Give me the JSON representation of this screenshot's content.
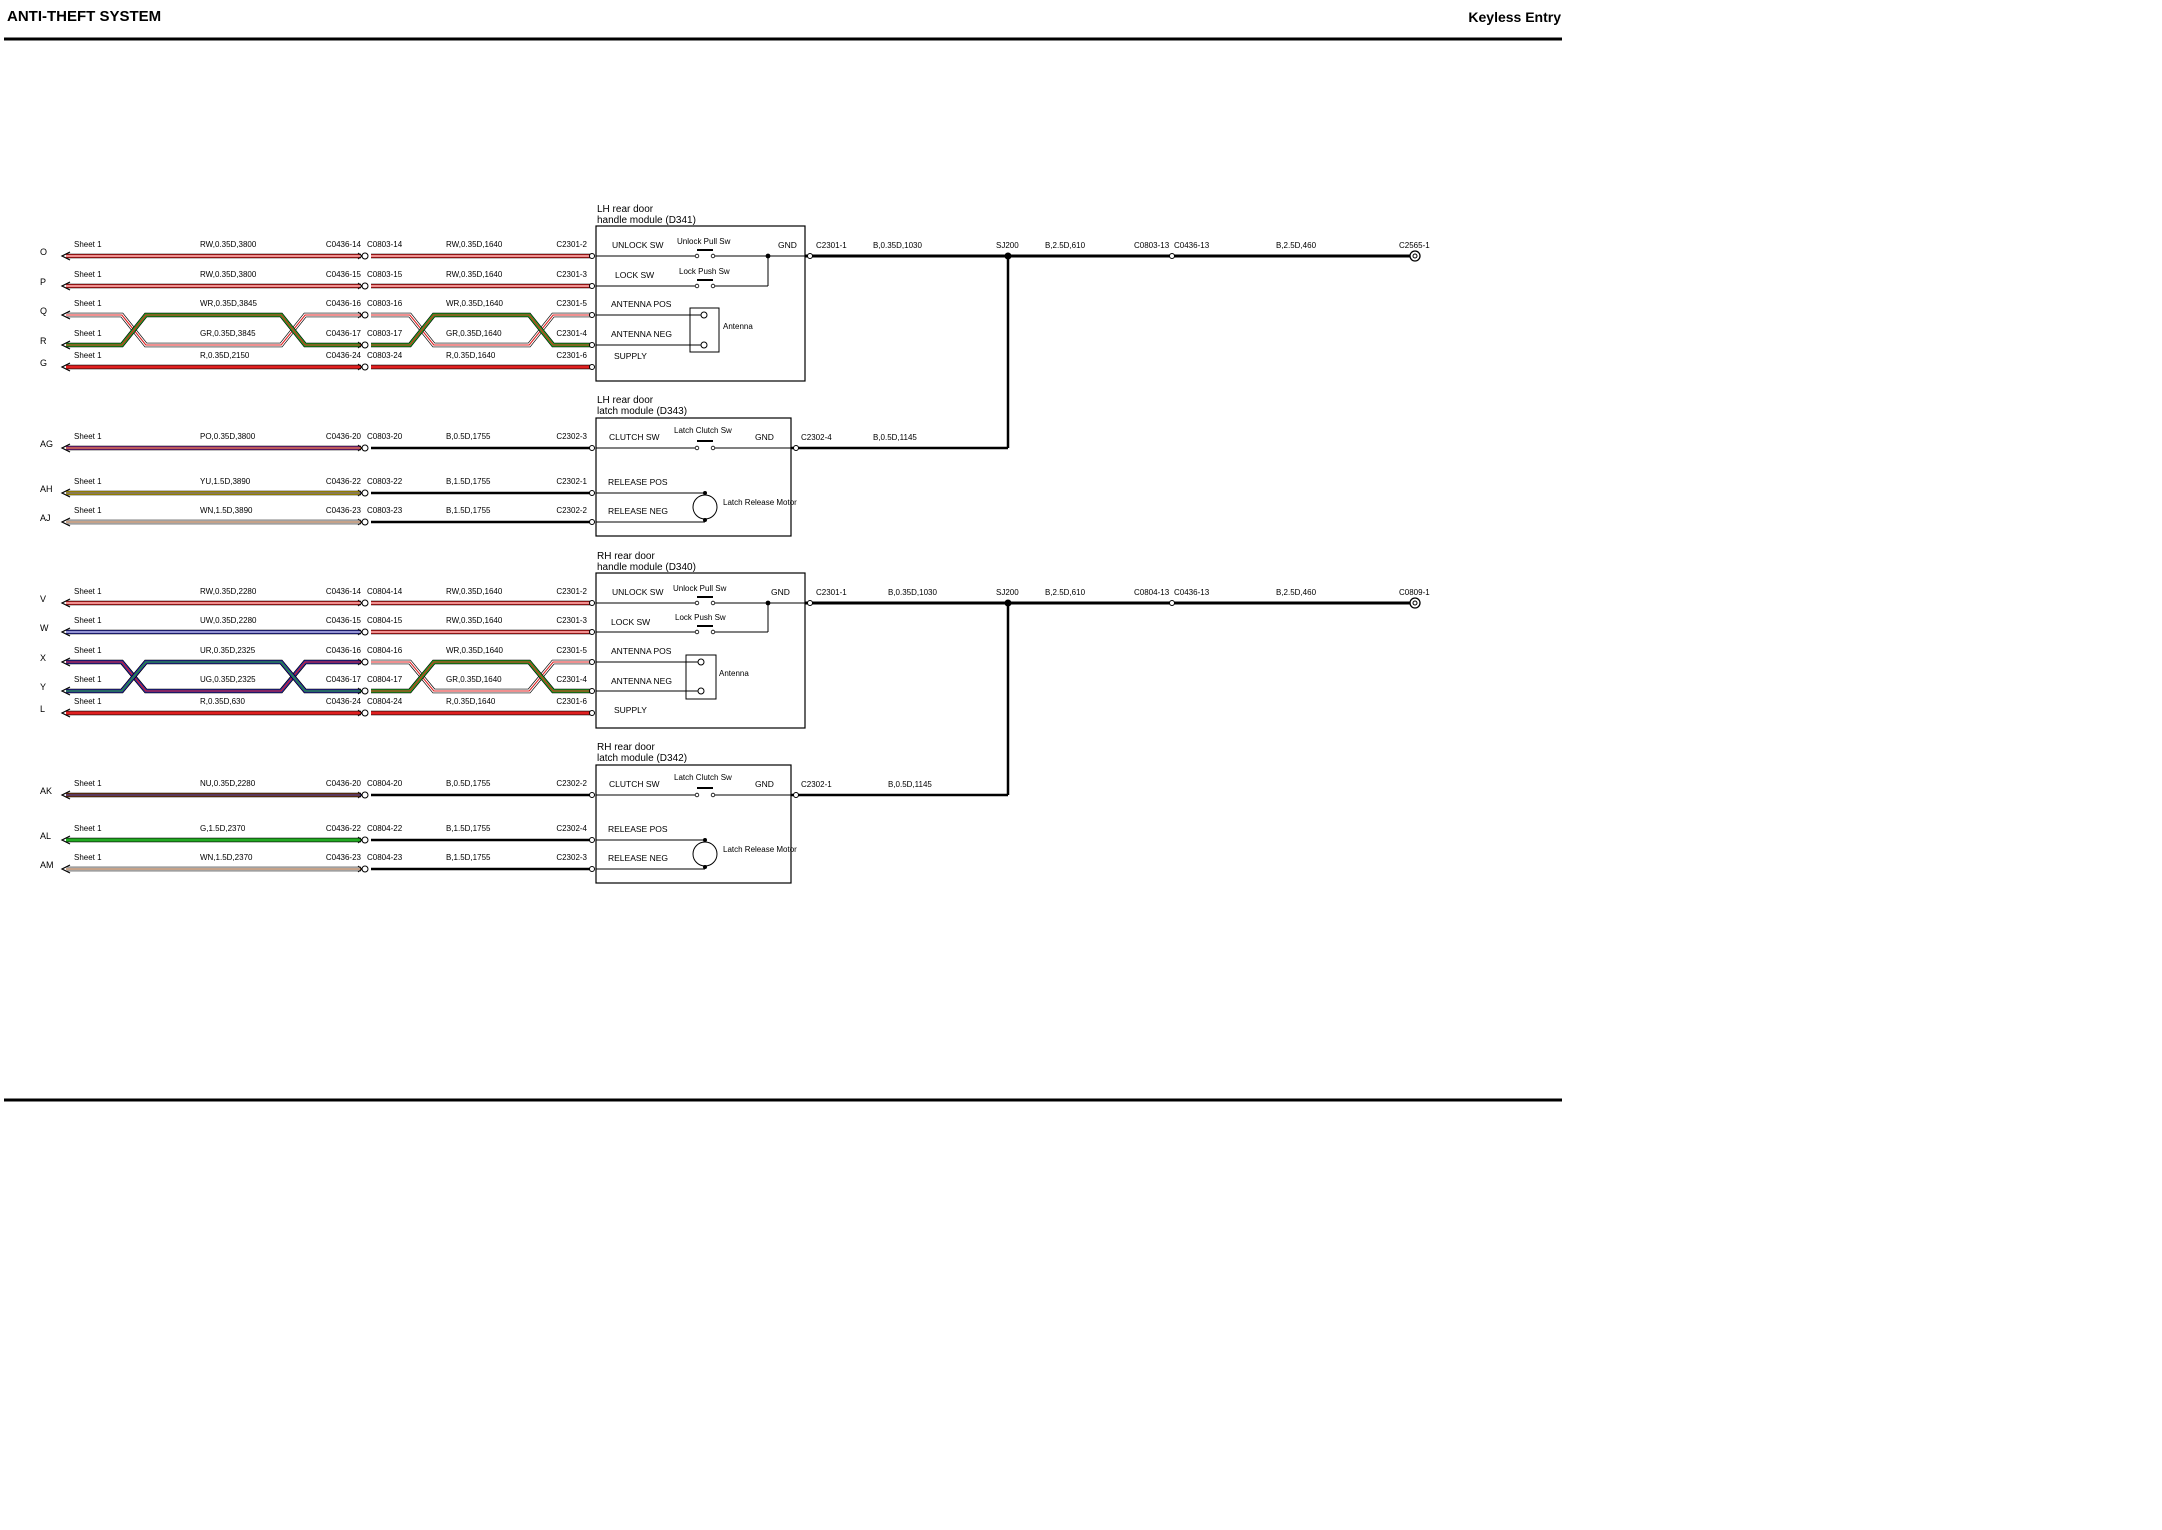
{
  "page": {
    "title": "ANTI-THEFT SYSTEM",
    "subtitle": "Keyless Entry"
  },
  "colors": {
    "R": "#e02020",
    "W": "#ffffff",
    "G": "#22aa22",
    "N": "#8b4513",
    "U": "#2a2aa8",
    "O": "#f08a1a",
    "P": "#8a2a9a",
    "Y": "#e6c800",
    "B": "#000000"
  },
  "modules": [
    {
      "key": "lh_handle",
      "title_line1": "LH rear door",
      "title_line2": "handle module (D341)",
      "pins": [
        {
          "label": "UNLOCK SW",
          "conn": "C2301-2",
          "side": "left"
        },
        {
          "label": "LOCK SW",
          "conn": "C2301-3",
          "side": "left"
        },
        {
          "label": "ANTENNA POS",
          "conn": "C2301-5",
          "side": "left"
        },
        {
          "label": "ANTENNA NEG",
          "conn": "C2301-4",
          "side": "left"
        },
        {
          "label": "SUPPLY",
          "conn": "C2301-6",
          "side": "left"
        },
        {
          "label": "GND",
          "conn": "C2301-1",
          "side": "right"
        }
      ],
      "switches": [
        "Unlock Pull Sw",
        "Lock Push Sw"
      ],
      "component": "Antenna"
    },
    {
      "key": "lh_latch",
      "title_line1": "LH rear door",
      "title_line2": "latch module (D343)",
      "pins": [
        {
          "label": "CLUTCH SW",
          "conn": "C2302-3",
          "side": "left"
        },
        {
          "label": "RELEASE POS",
          "conn": "C2302-1",
          "side": "left"
        },
        {
          "label": "RELEASE NEG",
          "conn": "C2302-2",
          "side": "left"
        },
        {
          "label": "GND",
          "conn": "C2302-4",
          "side": "right"
        }
      ],
      "switches": [
        "Latch Clutch Sw"
      ],
      "component": "Latch Release Motor"
    },
    {
      "key": "rh_handle",
      "title_line1": "RH rear door",
      "title_line2": "handle module (D340)",
      "pins": [
        {
          "label": "UNLOCK SW",
          "conn": "C2301-2",
          "side": "left"
        },
        {
          "label": "LOCK SW",
          "conn": "C2301-3",
          "side": "left"
        },
        {
          "label": "ANTENNA POS",
          "conn": "C2301-5",
          "side": "left"
        },
        {
          "label": "ANTENNA NEG",
          "conn": "C2301-4",
          "side": "left"
        },
        {
          "label": "SUPPLY",
          "conn": "C2301-6",
          "side": "left"
        },
        {
          "label": "GND",
          "conn": "C2301-1",
          "side": "right"
        }
      ],
      "switches": [
        "Unlock Pull Sw",
        "Lock Push Sw"
      ],
      "component": "Antenna"
    },
    {
      "key": "rh_latch",
      "title_line1": "RH rear door",
      "title_line2": "latch module (D342)",
      "pins": [
        {
          "label": "CLUTCH SW",
          "conn": "C2302-2",
          "side": "left"
        },
        {
          "label": "RELEASE POS",
          "conn": "C2302-4",
          "side": "left"
        },
        {
          "label": "RELEASE NEG",
          "conn": "C2302-3",
          "side": "left"
        },
        {
          "label": "GND",
          "conn": "C2302-1",
          "side": "right"
        }
      ],
      "switches": [
        "Latch Clutch Sw"
      ],
      "component": "Latch Release Motor"
    }
  ],
  "circuits": [
    {
      "letter": "O",
      "sheet": "Sheet 1",
      "wire1": "RW,0.35D,3800",
      "conn_a": "C0436-14",
      "conn_b": "C0803-14",
      "wire2": "RW,0.35D,1640",
      "colors1": [
        "R",
        "W"
      ],
      "colors2": [
        "R",
        "W"
      ]
    },
    {
      "letter": "P",
      "sheet": "Sheet 1",
      "wire1": "RW,0.35D,3800",
      "conn_a": "C0436-15",
      "conn_b": "C0803-15",
      "wire2": "RW,0.35D,1640",
      "colors1": [
        "R",
        "W"
      ],
      "colors2": [
        "R",
        "W"
      ]
    },
    {
      "letter": "Q",
      "sheet": "Sheet 1",
      "wire1": "WR,0.35D,3845",
      "conn_a": "C0436-16",
      "conn_b": "C0803-16",
      "wire2": "WR,0.35D,1640",
      "colors1": [
        "W",
        "R"
      ],
      "colors2": [
        "W",
        "R"
      ]
    },
    {
      "letter": "R",
      "sheet": "Sheet 1",
      "wire1": "GR,0.35D,3845",
      "conn_a": "C0436-17",
      "conn_b": "C0803-17",
      "wire2": "GR,0.35D,1640",
      "colors1": [
        "G",
        "R"
      ],
      "colors2": [
        "G",
        "R"
      ]
    },
    {
      "letter": "G",
      "sheet": "Sheet 1",
      "wire1": "R,0.35D,2150",
      "conn_a": "C0436-24",
      "conn_b": "C0803-24",
      "wire2": "R,0.35D,1640",
      "colors1": [
        "R"
      ],
      "colors2": [
        "R"
      ]
    },
    {
      "letter": "AG",
      "sheet": "Sheet 1",
      "wire1": "PO,0.35D,3800",
      "conn_a": "C0436-20",
      "conn_b": "C0803-20",
      "wire2": "B,0.5D,1755",
      "colors1": [
        "P",
        "O"
      ],
      "colors2": [
        "B"
      ]
    },
    {
      "letter": "AH",
      "sheet": "Sheet 1",
      "wire1": "YU,1.5D,3890",
      "conn_a": "C0436-22",
      "conn_b": "C0803-22",
      "wire2": "B,1.5D,1755",
      "colors1": [
        "Y",
        "U"
      ],
      "colors2": [
        "B"
      ]
    },
    {
      "letter": "AJ",
      "sheet": "Sheet 1",
      "wire1": "WN,1.5D,3890",
      "conn_a": "C0436-23",
      "conn_b": "C0803-23",
      "wire2": "B,1.5D,1755",
      "colors1": [
        "W",
        "N"
      ],
      "colors2": [
        "B"
      ]
    },
    {
      "letter": "V",
      "sheet": "Sheet 1",
      "wire1": "RW,0.35D,2280",
      "conn_a": "C0436-14",
      "conn_b": "C0804-14",
      "wire2": "RW,0.35D,1640",
      "colors1": [
        "R",
        "W"
      ],
      "colors2": [
        "R",
        "W"
      ]
    },
    {
      "letter": "W",
      "sheet": "Sheet 1",
      "wire1": "UW,0.35D,2280",
      "conn_a": "C0436-15",
      "conn_b": "C0804-15",
      "wire2": "RW,0.35D,1640",
      "colors1": [
        "U",
        "W"
      ],
      "colors2": [
        "R",
        "W"
      ]
    },
    {
      "letter": "X",
      "sheet": "Sheet 1",
      "wire1": "UR,0.35D,2325",
      "conn_a": "C0436-16",
      "conn_b": "C0804-16",
      "wire2": "WR,0.35D,1640",
      "colors1": [
        "U",
        "R"
      ],
      "colors2": [
        "W",
        "R"
      ]
    },
    {
      "letter": "Y",
      "sheet": "Sheet 1",
      "wire1": "UG,0.35D,2325",
      "conn_a": "C0436-17",
      "conn_b": "C0804-17",
      "wire2": "GR,0.35D,1640",
      "colors1": [
        "U",
        "G"
      ],
      "colors2": [
        "G",
        "R"
      ]
    },
    {
      "letter": "L",
      "sheet": "Sheet 1",
      "wire1": "R,0.35D,630",
      "conn_a": "C0436-24",
      "conn_b": "C0804-24",
      "wire2": "R,0.35D,1640",
      "colors1": [
        "R"
      ],
      "colors2": [
        "R"
      ]
    },
    {
      "letter": "AK",
      "sheet": "Sheet 1",
      "wire1": "NU,0.35D,2280",
      "conn_a": "C0436-20",
      "conn_b": "C0804-20",
      "wire2": "B,0.5D,1755",
      "colors1": [
        "N",
        "U"
      ],
      "colors2": [
        "B"
      ]
    },
    {
      "letter": "AL",
      "sheet": "Sheet 1",
      "wire1": "G,1.5D,2370",
      "conn_a": "C0436-22",
      "conn_b": "C0804-22",
      "wire2": "B,1.5D,1755",
      "colors1": [
        "G"
      ],
      "colors2": [
        "B"
      ]
    },
    {
      "letter": "AM",
      "sheet": "Sheet 1",
      "wire1": "WN,1.5D,2370",
      "conn_a": "C0436-23",
      "conn_b": "C0804-23",
      "wire2": "B,1.5D,1755",
      "colors1": [
        "W",
        "N"
      ],
      "colors2": [
        "B"
      ]
    }
  ],
  "grounds": [
    {
      "splice": "SJ200",
      "wire_a": "B,0.35D,1030",
      "wire_b": "B,2.5D,610",
      "conn_a": "C0803-13",
      "conn_b": "C0436-13",
      "wire_c": "B,2.5D,460",
      "ground_pin": "C2565-1",
      "latch_wire": "B,0.5D,1145"
    },
    {
      "splice": "SJ200",
      "wire_a": "B,0.35D,1030",
      "wire_b": "B,2.5D,610",
      "conn_a": "C0804-13",
      "conn_b": "C0436-13",
      "wire_c": "B,2.5D,460",
      "ground_pin": "C0809-1",
      "latch_wire": "B,0.5D,1145"
    }
  ]
}
